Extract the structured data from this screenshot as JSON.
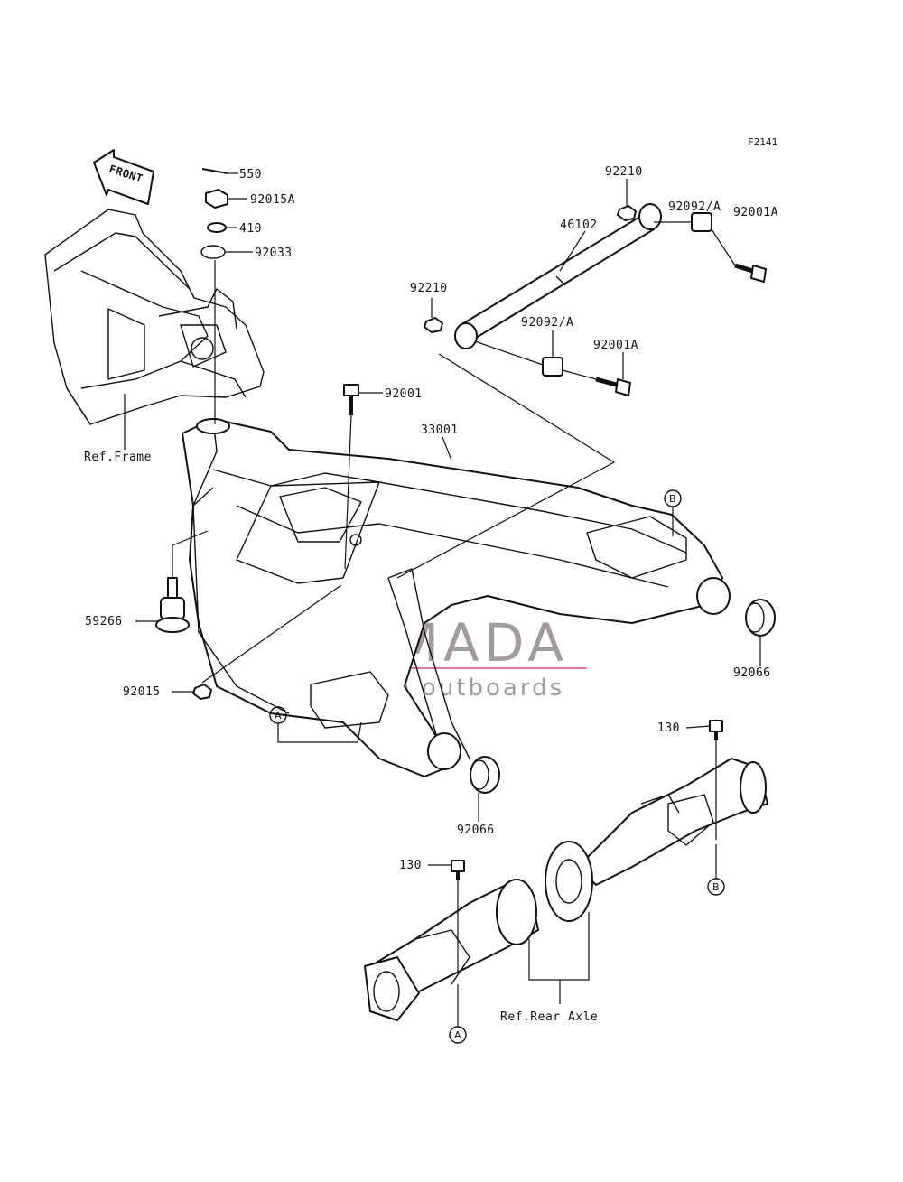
{
  "figure_code": "F2141",
  "front_label": "FRONT",
  "watermark": {
    "brand": "ARMADA",
    "tagline": "marine outboards",
    "color": "#e07aa6"
  },
  "labels": {
    "p550": "550",
    "p92015A": "92015A",
    "p410": "410",
    "p92033": "92033",
    "ref_frame": "Ref.Frame",
    "p92001_bolt": "92001",
    "p33001": "33001",
    "p59266": "59266",
    "p92015": "92015",
    "p92066_right": "92066",
    "p92066_bottom": "92066",
    "p92210_top": "92210",
    "p46102": "46102",
    "p92092A_top": "92092/A",
    "p92001A_top": "92001A",
    "p92210_left": "92210",
    "p92092A_mid": "92092/A",
    "p92001A_mid": "92001A",
    "p130_right": "130",
    "p130_left": "130",
    "ref_rear_axle": "Ref.Rear Axle"
  },
  "markers": {
    "A_top": "A",
    "A_bottom": "A",
    "B_top": "B",
    "B_bottom": "B"
  }
}
